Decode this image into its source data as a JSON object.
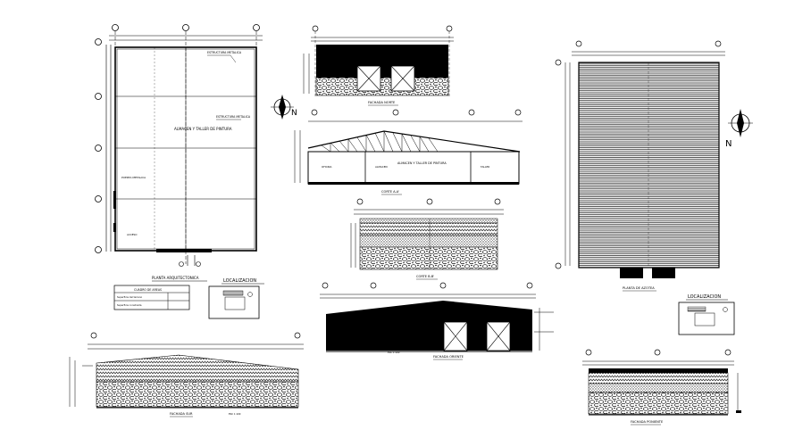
{
  "labels": {
    "plan_title": "PLANTA ARQUITECTONICA",
    "plan_room": "ALMACEN Y TALLER DE PINTURA",
    "plan_note_top": "ESTRUCTURA METALICA",
    "plan_note_mid": "ESTRUCTURA METALICA",
    "plan_note_low": "PUERTA METALICA",
    "north_letter": "N",
    "facade_norte_title": "FACHADA NORTE",
    "corte_aa_title": "CORTE A-A'",
    "corte_aa_room": "ALMACEN Y TALLER DE PINTURA",
    "corte_aa_left": "OFICINA",
    "corte_aa_mid": "ALMACEN",
    "corte_aa_right": "TALLER",
    "corte_bb_title": "CORTE B-B'",
    "roof_plan_title": "PLANTA DE AZOTEA",
    "localizacion_1": "LOCALIZACION",
    "localizacion_2": "LOCALIZACION",
    "areas_table_title": "CUADRO DE AREAS",
    "areas_row1": "Superficie del terreno",
    "areas_row2": "Superficie construida",
    "facade_sur_title": "FACHADA SUR",
    "facade_oriente_title": "FACHADA ORIENTE",
    "facade_poniente_title": "FACHADA PONIENTE",
    "scale": "ESC 1:100"
  }
}
